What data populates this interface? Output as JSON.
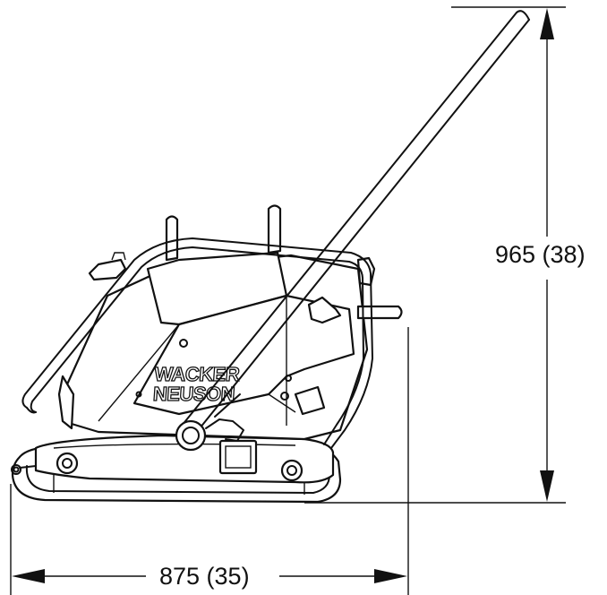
{
  "machine": {
    "brand_line1": "WACKER",
    "brand_line2": "NEUSON"
  },
  "dimensions": {
    "height_label": "965 (38)",
    "length_label": "875 (35)"
  },
  "colors": {
    "line": "#111111",
    "background": "#ffffff"
  }
}
